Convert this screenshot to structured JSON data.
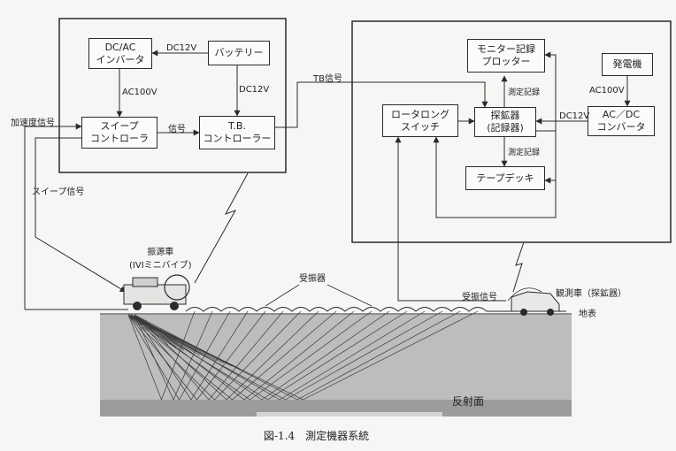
{
  "left_unit": {
    "dcac_inverter": [
      "DC/AC",
      "インバータ"
    ],
    "battery": "バッテリー",
    "sweep_controller": [
      "スイープ",
      "コントローラ"
    ],
    "tb_controller": [
      "T.B.",
      "コントローラー"
    ],
    "dc12v_top": "DC12V",
    "dc12v_side": "DC12V",
    "ac100v": "AC100V",
    "signal": "信号"
  },
  "right_unit": {
    "monitor_plotter": [
      "モニター記録",
      "プロッター"
    ],
    "generator": "発電機",
    "rotary_switch": [
      "ロータロング",
      "スイッチ"
    ],
    "recorder": [
      "探鉱器",
      "(記録器)"
    ],
    "acdc_converter": [
      "AC／DC",
      "コンバータ"
    ],
    "tape_deck": "テープデッキ",
    "measure_record_up": "測定記録",
    "measure_record_down": "測定記録",
    "dc12v": "DC12V",
    "ac100v": "AC100V"
  },
  "field": {
    "accel_signal": "加速度信号",
    "sweep_signal": "スイープ信号",
    "tb_signal": "TB信号",
    "vibrator_truck": [
      "振源車",
      "(IVIミニバイブ)"
    ],
    "geophones": "受振器",
    "geophone_signal": "受振信号",
    "recording_truck": "観測車（探鉱器）",
    "ground_surface": "地表",
    "reflector": "反射面"
  },
  "caption": "図-1.4　測定機器系統",
  "colors": {
    "ground": "#bcbcba",
    "reflector": "#9a9a98",
    "line": "#2a2a2a",
    "paper": "#f6f6f4"
  }
}
